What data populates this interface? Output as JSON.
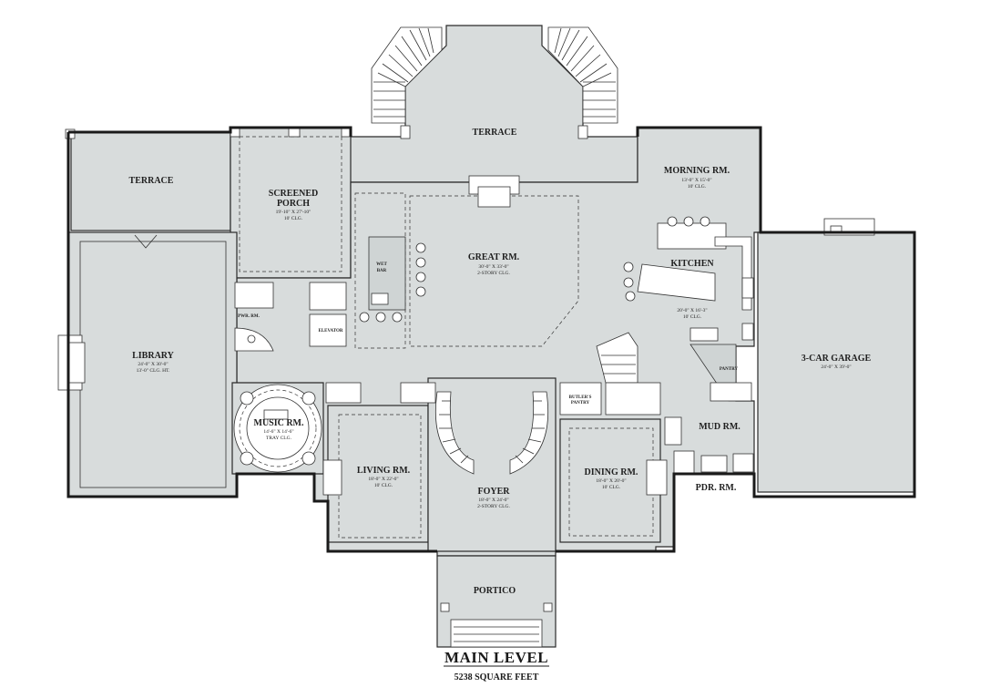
{
  "plan": {
    "title": "MAIN LEVEL",
    "subtitle": "5238 SQUARE FEET"
  },
  "rooms": {
    "terrace_left": {
      "name": "TERRACE"
    },
    "screened_porch": {
      "name1": "SCREENED",
      "name2": "PORCH",
      "dims": "19'-10\" X 27'-10\"",
      "clg": "10' CLG."
    },
    "terrace_top": {
      "name": "TERRACE"
    },
    "morning": {
      "name": "MORNING RM.",
      "dims": "13'-0\" X 15'-0\"",
      "clg": "10' CLG."
    },
    "great": {
      "name": "GREAT RM.",
      "dims": "30'-0\" X 33'-0\"",
      "clg": "2-STORY CLG."
    },
    "wet_bar": {
      "name1": "WET",
      "name2": "BAR"
    },
    "kitchen": {
      "name": "KITCHEN",
      "dims": "20'-0\" X 16'-3\"",
      "clg": "10' CLG."
    },
    "library": {
      "name": "LIBRARY",
      "dims": "24'-0\" X 30'-0\"",
      "clg": "13'-0\" CLG. HT."
    },
    "garage": {
      "name": "3-CAR GARAGE",
      "dims": "24'-0\" X 39'-0\""
    },
    "powder_left": {
      "name": "PWR. RM."
    },
    "elevator": {
      "name": "ELEVATOR"
    },
    "pantry": {
      "name": "PANTRY"
    },
    "butlers_pantry": {
      "name1": "BUTLER'S",
      "name2": "PANTRY"
    },
    "music": {
      "name": "MUSIC RM.",
      "dims": "14'-6\" X 14'-6\"",
      "clg": "TRAY CLG."
    },
    "living": {
      "name": "LIVING RM.",
      "dims": "18'-0\" X 22'-0\"",
      "clg": "10' CLG."
    },
    "foyer": {
      "name": "FOYER",
      "dims": "18'-0\" X 24'-0\"",
      "clg": "2-STORY CLG."
    },
    "dining": {
      "name": "DINING RM.",
      "dims": "18'-0\" X 20'-0\"",
      "clg": "10' CLG."
    },
    "mud": {
      "name": "MUD RM."
    },
    "pdr": {
      "name": "PDR. RM."
    },
    "portico": {
      "name": "PORTICO"
    }
  }
}
